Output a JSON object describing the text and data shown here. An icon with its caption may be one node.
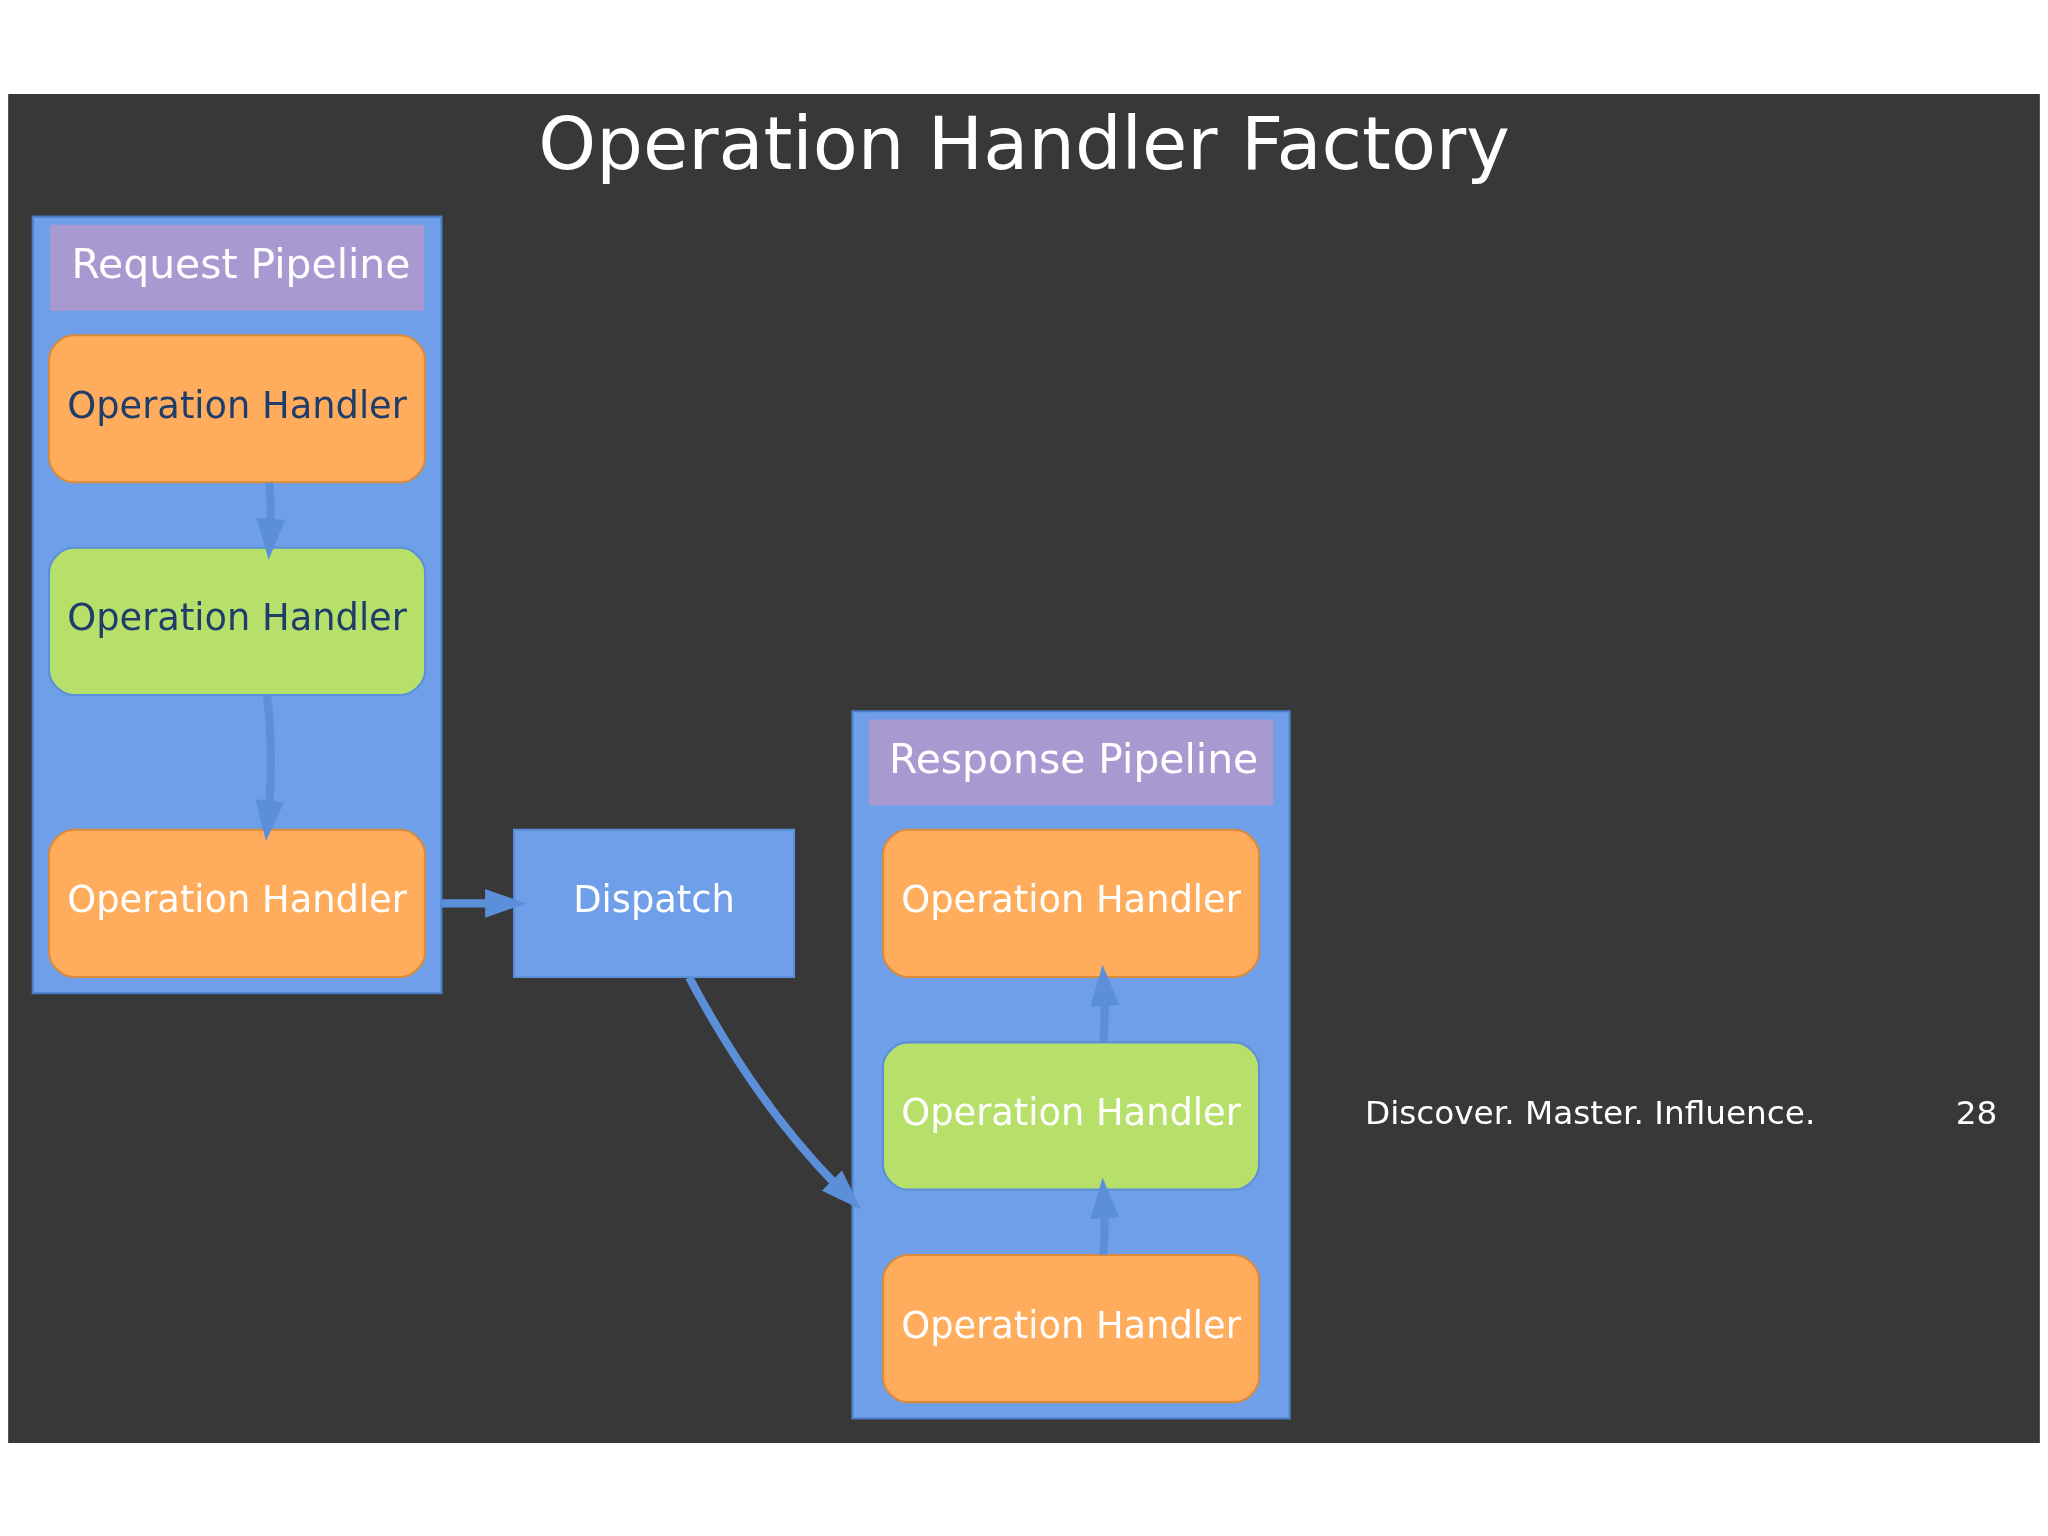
{
  "diagram": {
    "title": "Operation Handler Factory",
    "nodes": [
      {
        "text": [
          "Request Pipeline"
        ]
      },
      {
        "text": [
          "Operation Handler"
        ],
        "in": 0
      },
      {
        "text": [
          "Operation Handler"
        ],
        "in": 0
      },
      {
        "text": [
          "Operation Handler"
        ],
        "in": 0
      },
      {
        "text": [
          "Dispatch"
        ]
      },
      {
        "text": [
          "Response Pipeline"
        ]
      },
      {
        "text": [
          "Operation Handler"
        ],
        "in": 5
      },
      {
        "text": [
          "Operation Handler"
        ],
        "in": 5
      },
      {
        "text": [
          "Operation Handler"
        ],
        "in": 5
      }
    ],
    "edges": [
      {
        "from": 1,
        "to": 2,
        "arrow": "to"
      },
      {
        "from": 2,
        "to": 3,
        "arrow": "to"
      },
      {
        "from": 0,
        "to": 4,
        "arrow": "to"
      },
      {
        "from": 4,
        "to": 5,
        "arrow": "to"
      },
      {
        "from": 8,
        "to": 7,
        "arrow": "to"
      },
      {
        "from": 7,
        "to": 6,
        "arrow": "to"
      }
    ],
    "labels": [
      "Discover. Master. Influence.",
      "28"
    ]
  }
}
